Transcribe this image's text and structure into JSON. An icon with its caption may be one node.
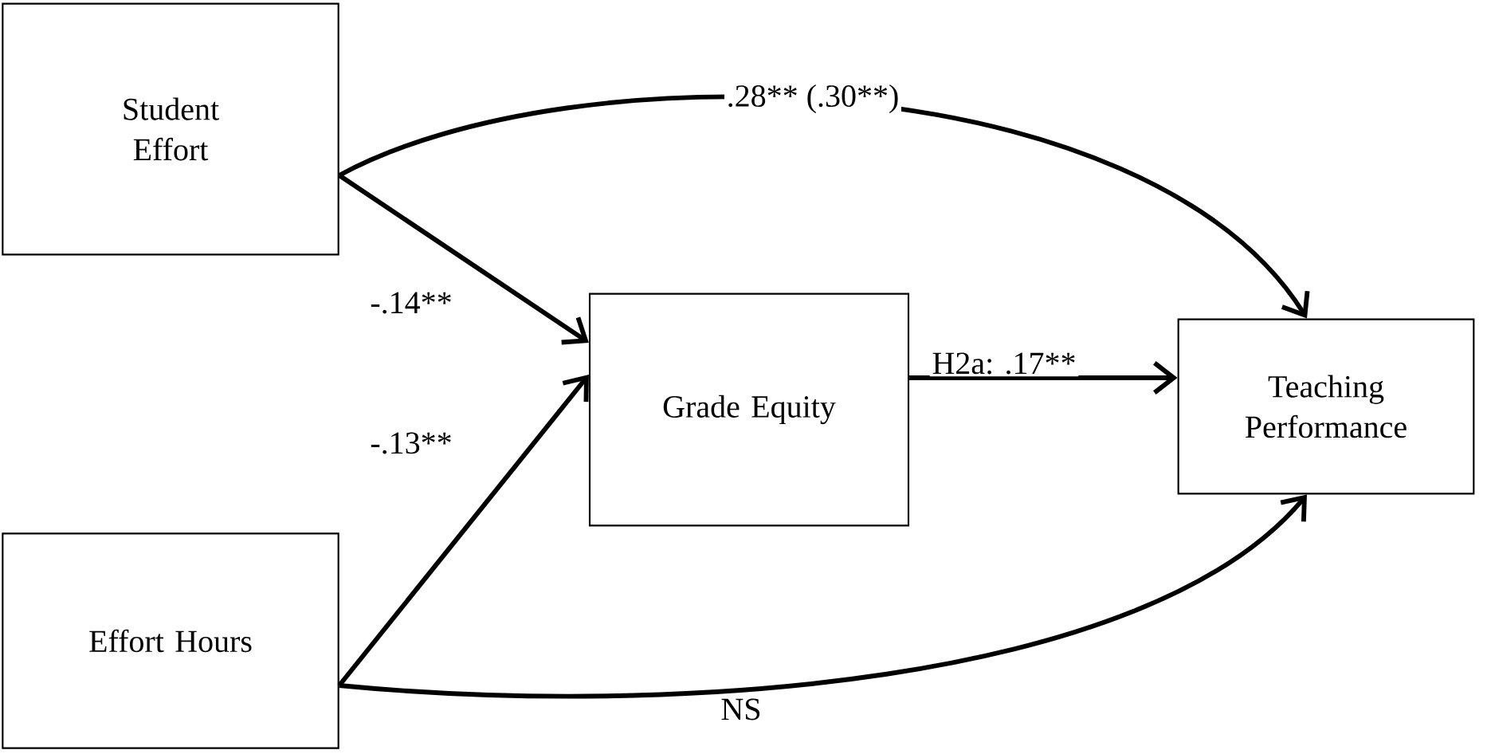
{
  "diagram": {
    "nodes": [
      {
        "text": [
          "Student Effort"
        ]
      },
      {
        "text": [
          "Grade Equity"
        ]
      },
      {
        "text": [
          "Teaching Performance"
        ]
      },
      {
        "text": [
          "Effort Hours"
        ]
      }
    ],
    "edges": [
      {
        "from": 0,
        "to": 2,
        "arrow": "to",
        "label": ".28** (.30**)"
      },
      {
        "from": 0,
        "to": 1,
        "arrow": "to",
        "label": "-.14**"
      },
      {
        "from": 3,
        "to": 1,
        "arrow": "to",
        "label": "-.13**"
      },
      {
        "from": 1,
        "to": 2,
        "arrow": "to",
        "label": "H2a: .17**"
      },
      {
        "from": 3,
        "to": 2,
        "arrow": "to",
        "label": "NS"
      }
    ]
  }
}
